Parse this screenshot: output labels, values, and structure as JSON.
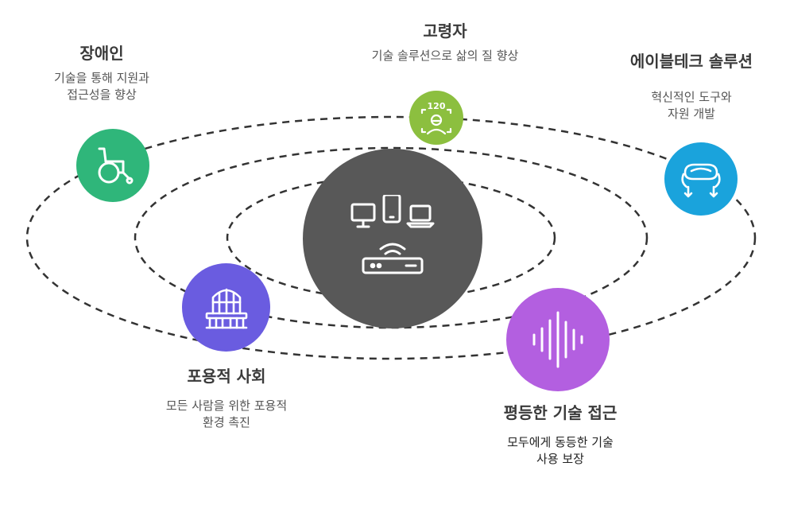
{
  "nodes": {
    "disabled": {
      "title": "장애인",
      "desc_line1": "기술을 통해 지원과",
      "desc_line2": "접근성을 향상",
      "color": "#2fb67a",
      "icon": "wheelchair-icon"
    },
    "elderly": {
      "title": "고령자",
      "desc_line1": "기술 솔루션으로 삶의 질 향상",
      "color": "#8cbf3f",
      "icon": "elderly-person-icon",
      "badge": "120"
    },
    "enabletech": {
      "title": "에이블테크 솔루션",
      "desc_line1": "혁신적인 도구와",
      "desc_line2": "자원 개발",
      "color": "#1aa3dc",
      "icon": "accessibility-tool-icon"
    },
    "inclusive": {
      "title": "포용적 사회",
      "desc_line1": "모든 사람을 위한 포용적",
      "desc_line2": "환경 촉진",
      "color": "#6a5ce0",
      "icon": "building-balcony-icon"
    },
    "equal": {
      "title": "평등한 기술 접근",
      "desc_line1": "모두에게 동등한 기술",
      "desc_line2": "사용 보장",
      "color": "#b35fe0",
      "icon": "sound-wave-icon"
    },
    "center": {
      "color": "#585858",
      "icon": "devices-router-icon"
    }
  }
}
